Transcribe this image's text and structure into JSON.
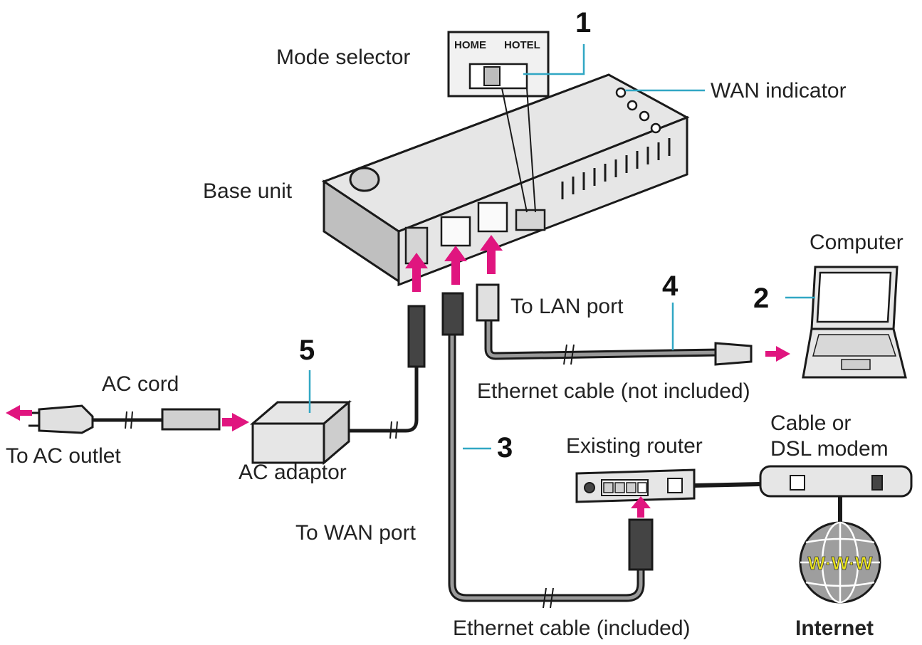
{
  "labels": {
    "mode_selector": "Mode selector",
    "wan_indicator": "WAN indicator",
    "base_unit": "Base unit",
    "computer": "Computer",
    "to_lan_port": "To LAN port",
    "ethernet_not_included": "Ethernet cable (not included)",
    "ac_cord": "AC cord",
    "to_ac_outlet": "To AC outlet",
    "ac_adaptor": "AC adaptor",
    "existing_router": "Existing router",
    "cable_modem_line1": "Cable or",
    "cable_modem_line2": "DSL modem",
    "to_wan_port": "To WAN port",
    "ethernet_included": "Ethernet cable (included)",
    "internet": "Internet"
  },
  "numbers": {
    "n1": "1",
    "n2": "2",
    "n3": "3",
    "n4": "4",
    "n5": "5"
  },
  "device_text": {
    "home": "HOME",
    "hotel": "HOTEL",
    "www": "W·W·W"
  },
  "colors": {
    "arrow": "#e0157f",
    "leader": "#31a7c4",
    "www_text": "#e8e21a"
  }
}
